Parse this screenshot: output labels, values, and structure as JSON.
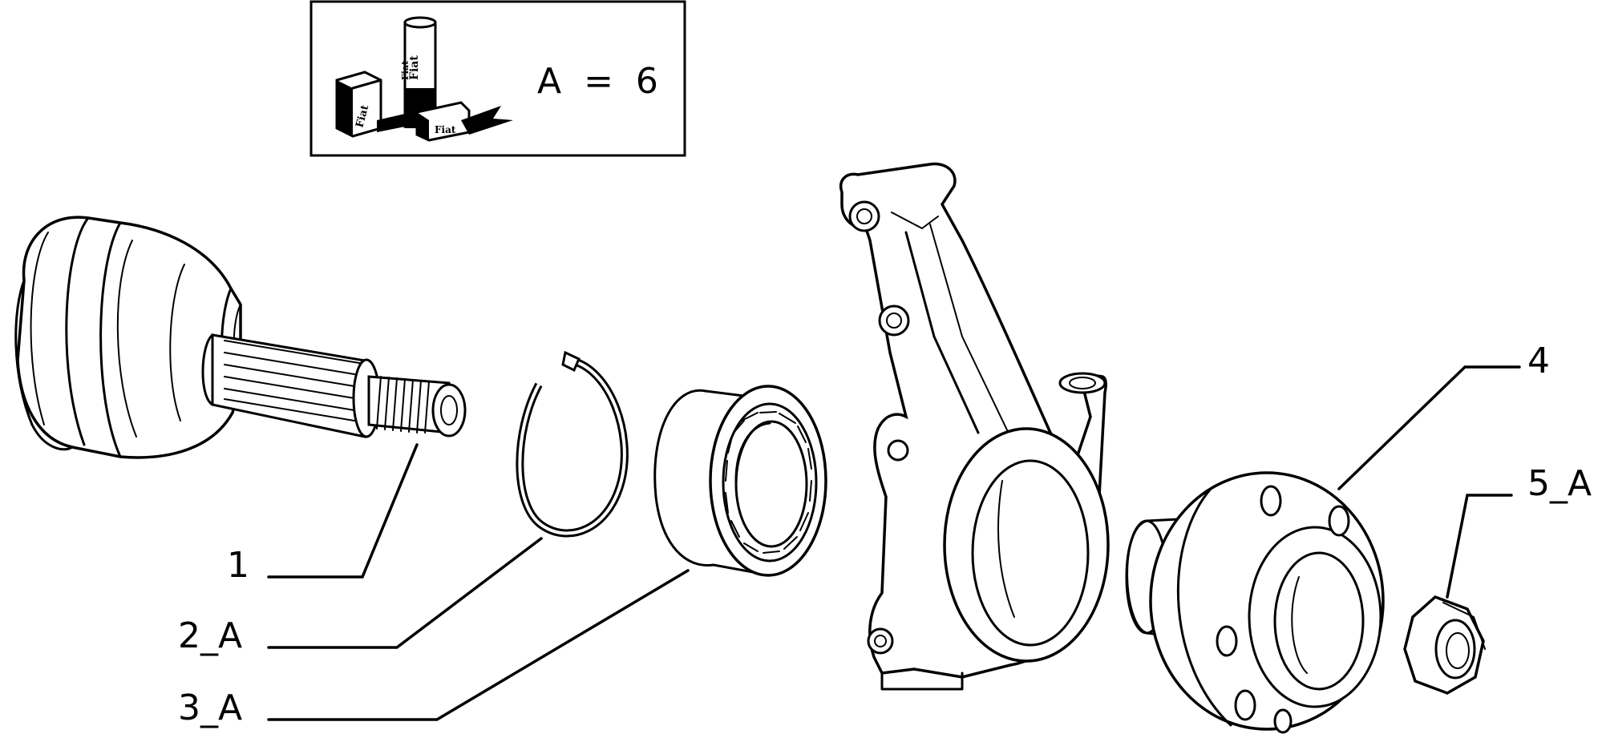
{
  "legend": {
    "text": "A  =  6",
    "brand_label": "Fiat"
  },
  "callouts": [
    {
      "id": "1",
      "label": "1"
    },
    {
      "id": "2",
      "label": "2_A"
    },
    {
      "id": "3",
      "label": "3_A"
    },
    {
      "id": "4",
      "label": "4"
    },
    {
      "id": "5",
      "label": "5_A"
    }
  ],
  "colors": {
    "ink": "#000000",
    "paper": "#ffffff"
  }
}
